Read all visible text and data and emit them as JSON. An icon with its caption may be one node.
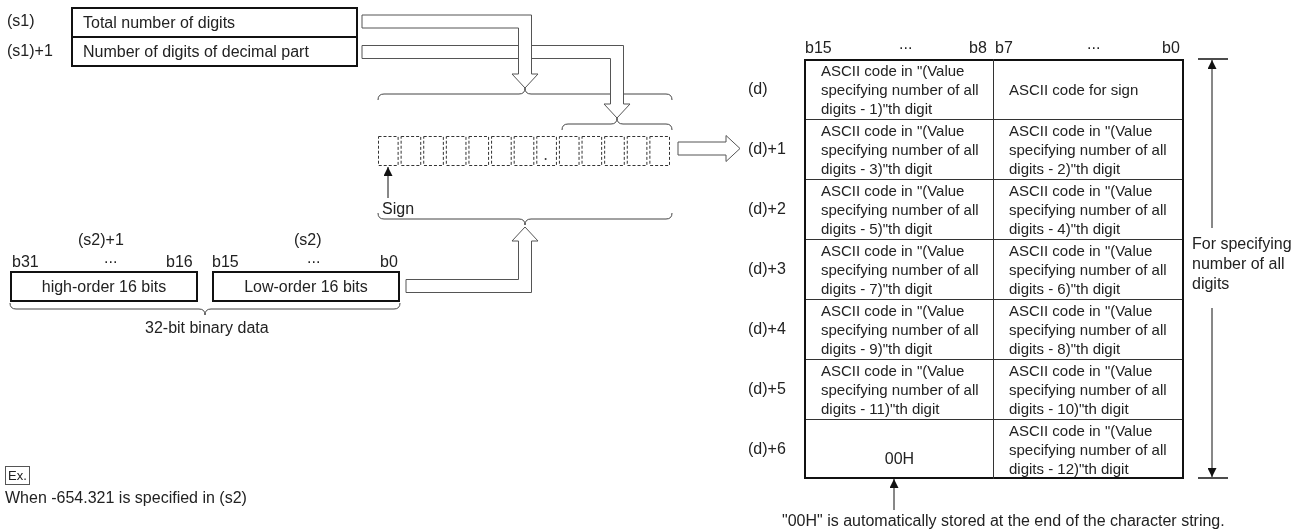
{
  "diagram": {
    "nodes": [
      {
        "text": [
          "Total number of digits"
        ],
        "beside": [
          "(s1)"
        ]
      },
      {
        "text": [
          "Number of digits of decimal part"
        ],
        "beside": [
          "(s1)+1"
        ]
      },
      {
        "text": [],
        "shape": "box"
      },
      {
        "text": [
          "Sign"
        ]
      },
      {
        "text": [
          "high-order 16 bits"
        ],
        "beside": [
          "(s2)+1"
        ]
      },
      {
        "text": [
          "Low-order 16 bits"
        ],
        "beside": [
          "(s2)"
        ]
      },
      {
        "text": [],
        "shape": "box"
      },
      {
        "text": [
          "ASCII code in \"(Value specifying number of all digits - 1)\"th digit"
        ],
        "in": 6,
        "beside": [
          "(d)"
        ]
      },
      {
        "text": [
          "ASCII code for sign"
        ],
        "in": 6
      },
      {
        "text": [
          "ASCII code in \"(Value specifying number of all digits - 3)\"th digit"
        ],
        "in": 6,
        "beside": [
          "(d)+1"
        ]
      },
      {
        "text": [
          "ASCII code in \"(Value specifying number of all digits - 2)\"th digit"
        ],
        "in": 6
      },
      {
        "text": [
          "ASCII code in \"(Value specifying number of all digits - 5)\"th digit"
        ],
        "in": 6,
        "beside": [
          "(d)+2"
        ]
      },
      {
        "text": [
          "ASCII code in \"(Value specifying number of all digits - 4)\"th digit"
        ],
        "in": 6
      },
      {
        "text": [
          "ASCII code in \"(Value specifying number of all digits - 7)\"th digit"
        ],
        "in": 6,
        "beside": [
          "(d)+3"
        ]
      },
      {
        "text": [
          "ASCII code in \"(Value specifying number of all digits - 6)\"th digit"
        ],
        "in": 6
      },
      {
        "text": [
          "ASCII code in \"(Value specifying number of all digits - 9)\"th digit"
        ],
        "in": 6,
        "beside": [
          "(d)+4"
        ]
      },
      {
        "text": [
          "ASCII code in \"(Value specifying number of all digits - 8)\"th digit"
        ],
        "in": 6
      },
      {
        "text": [
          "ASCII code in \"(Value specifying number of all digits - 11)\"th digit"
        ],
        "in": 6,
        "beside": [
          "(d)+5"
        ]
      },
      {
        "text": [
          "ASCII code in \"(Value specifying number of all digits - 10)\"th digit"
        ],
        "in": 6
      },
      {
        "text": [
          "00H"
        ],
        "in": 6,
        "beside": [
          "(d)+6"
        ]
      },
      {
        "text": [
          "ASCII code in \"(Value specifying number of all digits - 12)\"th digit"
        ],
        "in": 6
      },
      {
        "text": [
          "\"00H\" is automatically stored at the end of the character string."
        ]
      }
    ],
    "edges": [
      {
        "from": 0,
        "to": 2,
        "arrow": "to"
      },
      {
        "from": 1,
        "to": 2,
        "arrow": "to"
      },
      {
        "from": 5,
        "to": 2,
        "arrow": "to"
      },
      {
        "from": 2,
        "to": 6,
        "arrow": "to"
      },
      {
        "from": 3,
        "to": 2,
        "arrow": "to"
      },
      {
        "from": 21,
        "to": 19,
        "arrow": "to"
      }
    ],
    "labels": [
      "b31",
      "...",
      "b16",
      "b15",
      "...",
      "b0",
      "32-bit binary data",
      "b15",
      "...",
      "b8",
      "b7",
      "...",
      "b0",
      "For specifying number of all digits",
      "Ex.",
      "When -654.321 is specified in (s2)"
    ]
  }
}
